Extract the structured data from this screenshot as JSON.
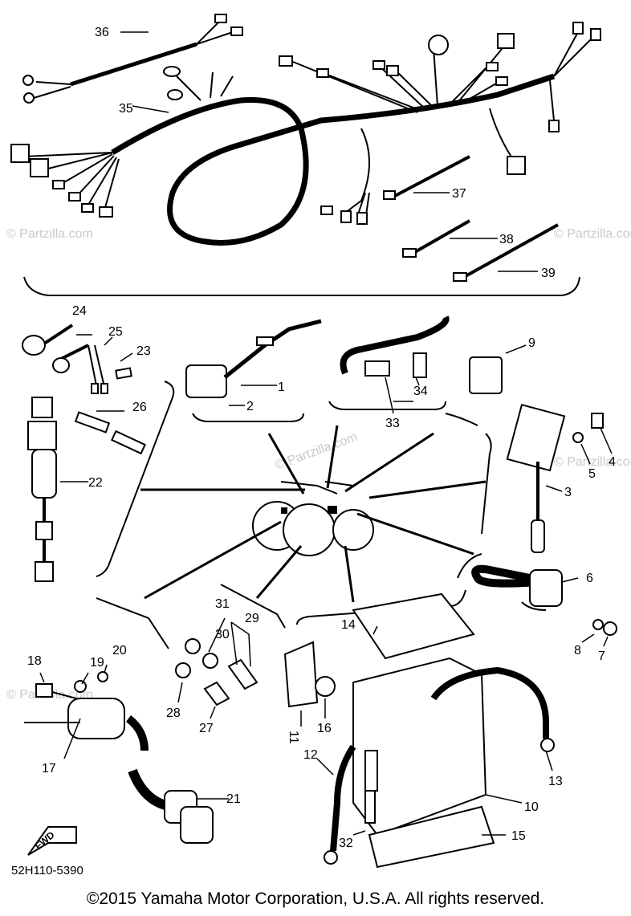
{
  "watermark": "© Partzilla.com",
  "diagram_code": "52H110-5390",
  "copyright": "©2015 Yamaha Motor Corporation, U.S.A. All rights reserved.",
  "fwd_label": "FWD",
  "callouts": {
    "c1": "1",
    "c2": "2",
    "c3": "3",
    "c4": "4",
    "c5": "5",
    "c6": "6",
    "c7": "7",
    "c8": "8",
    "c9": "9",
    "c10": "10",
    "c11": "11",
    "c12": "12",
    "c13": "13",
    "c14": "14",
    "c15": "15",
    "c16": "16",
    "c17": "17",
    "c18": "18",
    "c19": "19",
    "c20": "20",
    "c21": "21",
    "c22": "22",
    "c23": "23",
    "c24": "24",
    "c25": "25",
    "c26": "26",
    "c27": "27",
    "c28": "28",
    "c29": "29",
    "c30": "30",
    "c31": "31",
    "c32": "32",
    "c33": "33",
    "c34": "34",
    "c35": "35",
    "c36": "36",
    "c37": "37",
    "c38": "38",
    "c39": "39"
  },
  "colors": {
    "line": "#000000",
    "watermark": "#c9c9c9",
    "background": "#ffffff"
  }
}
